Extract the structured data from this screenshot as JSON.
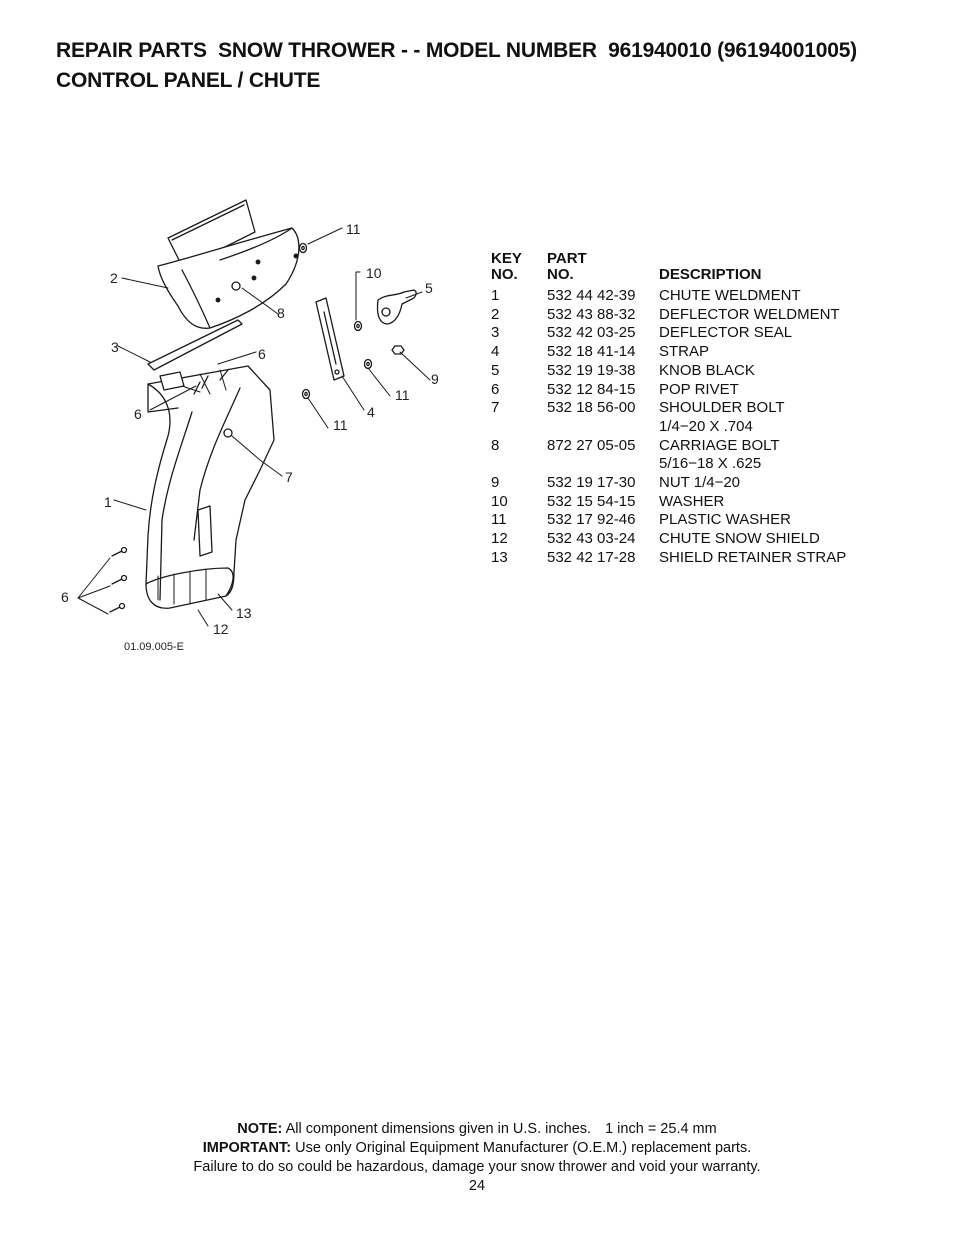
{
  "header": {
    "title_line1": "REPAIR PARTS  SNOW THROWER - - MODEL NUMBER  961940010 (96194001005)",
    "title_line2": "CONTROL PANEL / CHUTE"
  },
  "diagram": {
    "callouts": [
      "11",
      "2",
      "10",
      "5",
      "8",
      "3",
      "6",
      "9",
      "6",
      "11",
      "4",
      "11",
      "7",
      "1",
      "6",
      "13",
      "12"
    ],
    "figure_code": "01.09.005-E"
  },
  "table": {
    "headers": {
      "key_line1": "KEY",
      "key_line2": "NO.",
      "part_line1": "PART",
      "part_line2": "NO.",
      "description": "DESCRIPTION"
    },
    "rows": [
      {
        "key": "1",
        "part": "532 44 42-39",
        "desc": "CHUTE WELDMENT"
      },
      {
        "key": "2",
        "part": "532 43 88-32",
        "desc": "DEFLECTOR WELDMENT"
      },
      {
        "key": "3",
        "part": "532 42 03-25",
        "desc": "DEFLECTOR SEAL"
      },
      {
        "key": "4",
        "part": "532 18 41-14",
        "desc": "STRAP"
      },
      {
        "key": "5",
        "part": "532 19 19-38",
        "desc": "KNOB BLACK"
      },
      {
        "key": "6",
        "part": "532 12 84-15",
        "desc": "POP RIVET"
      },
      {
        "key": "7",
        "part": "532 18 56-00",
        "desc": "SHOULDER BOLT"
      },
      {
        "key": "",
        "part": "",
        "desc": "1/4−20 X .704"
      },
      {
        "key": "8",
        "part": "872 27 05-05",
        "desc": "CARRIAGE BOLT"
      },
      {
        "key": "",
        "part": "",
        "desc": "5/16−18 X .625"
      },
      {
        "key": "9",
        "part": "532 19 17-30",
        "desc": "NUT 1/4−20"
      },
      {
        "key": "10",
        "part": "532 15 54-15",
        "desc": "WASHER"
      },
      {
        "key": "11",
        "part": "532 17 92-46",
        "desc": "PLASTIC WASHER"
      },
      {
        "key": "12",
        "part": "532 43 03-24",
        "desc": "CHUTE SNOW SHIELD"
      },
      {
        "key": "13",
        "part": "532 42 17-28",
        "desc": "SHIELD RETAINER STRAP"
      }
    ]
  },
  "footer": {
    "note_label": "NOTE:",
    "note_text": "All component dimensions given in U.S. inches.",
    "conversion": "1 inch = 25.4 mm",
    "important_label": "IMPORTANT:",
    "important_text": "Use only Original Equipment Manufacturer (O.E.M.) replacement parts.",
    "warning": "Failure to do so could be hazardous, damage your snow thrower and void your warranty.",
    "page_number": "24"
  }
}
